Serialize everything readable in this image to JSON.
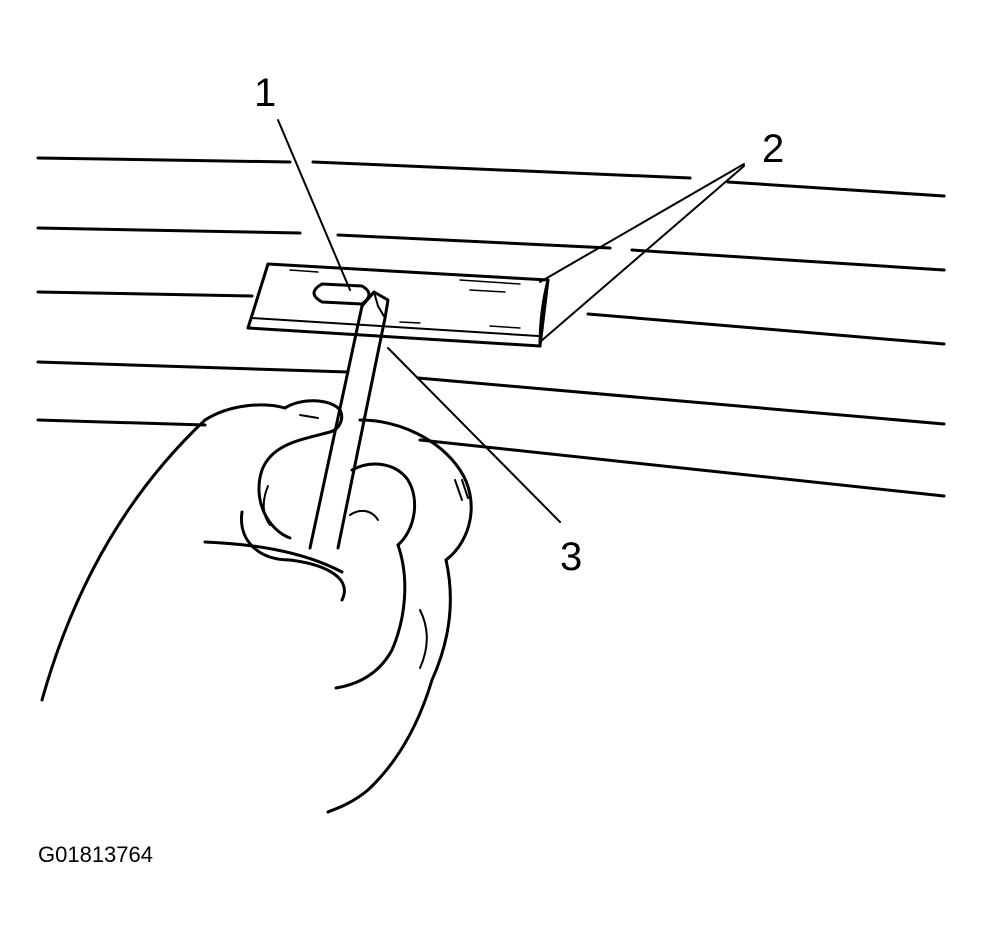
{
  "callouts": {
    "one": "1",
    "two": "2",
    "three": "3"
  },
  "figure_code": "G01813764",
  "colors": {
    "ink": "#000000",
    "background": "#ffffff"
  }
}
